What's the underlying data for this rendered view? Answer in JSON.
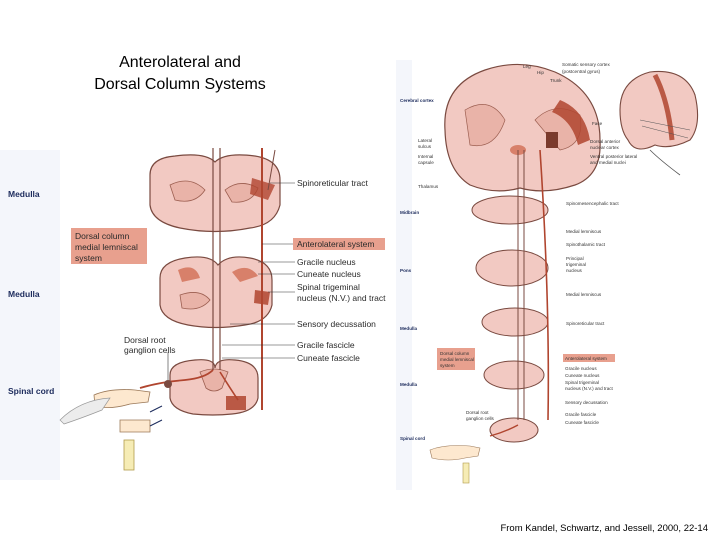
{
  "title_line1": "Anterolateral and",
  "title_line2": "Dorsal Column Systems",
  "caption": "From Kandel, Schwartz, and Jessell, 2000, 22-14",
  "left_panel": {
    "sections": [
      "Medulla",
      "Medulla",
      "Spinal cord"
    ],
    "boxed_dorsal_line1": "Dorsal column",
    "boxed_dorsal_line2": "medial lemniscal",
    "boxed_dorsal_line3": "system",
    "labels": {
      "spinoreticular": "Spinoreticular tract",
      "anterolateral": "Anterolateral system",
      "gracile_nucleus": "Gracile nucleus",
      "cuneate_nucleus": "Cuneate nucleus",
      "trigeminal_1": "Spinal trigeminal",
      "trigeminal_2": "nucleus (N.V.) and tract",
      "decussation": "Sensory decussation",
      "gracile_fascicle": "Gracile fascicle",
      "cuneate_fascicle": "Cuneate fascicle",
      "drg_1": "Dorsal root",
      "drg_2": "ganglion cells"
    }
  },
  "right_panel": {
    "sections": [
      "Cerebral cortex",
      "Midbrain",
      "Pons",
      "Medulla",
      "Medulla",
      "Spinal cord"
    ],
    "labels": {
      "somatic_cortex_1": "Somatic sensory cortex",
      "somatic_cortex_2": "(postcentral gyrus)",
      "leg": "Leg",
      "hip": "Hip",
      "trunk": "Trunk",
      "face": "Face",
      "lateral_sulcus_1": "Lateral",
      "lateral_sulcus_2": "sulcus",
      "internal_capsule_1": "Internal",
      "internal_capsule_2": "capsule",
      "thalamus": "Thalamus",
      "dorsomedial_1": "Dorsal anterior",
      "dorsomedial_2": "nuclear cortex",
      "vpl_1": "Ventral posterior lateral",
      "vpl_2": "and medial nuclei",
      "spinomes": "Spinomesencephalic tract",
      "medial_lemniscus": "Medial lemniscus",
      "spinothalamic": "Spinothalamic tract",
      "principal_trig_1": "Principal",
      "principal_trig_2": "trigeminal",
      "principal_trig_3": "nucleus",
      "medial_lemniscus_2": "Medial lemniscus",
      "spinoreticular": "Spinoreticular tract",
      "dorsal_col_1": "Dorsal column",
      "dorsal_col_2": "medial lemniscal",
      "dorsal_col_3": "system",
      "anterolateral": "Anterolateral system",
      "gracile_nucleus": "Gracile nucleus",
      "cuneate_nucleus": "Cuneate nucleus",
      "trig_1": "Spinal trigeminal",
      "trig_2": "nucleus (N.V.) and tract",
      "decussation": "Sensory decussation",
      "gracile_fascicle": "Gracile fascicle",
      "cuneate_fascicle": "Cuneate fascicle",
      "drg_1": "Dorsal root",
      "drg_2": "ganglion cells"
    }
  },
  "colors": {
    "tissue": "#f2c9c2",
    "tissue_dark": "#e2a397",
    "tract": "#b0452f",
    "highlight": "#d8806a",
    "label_box": "#e8a08e",
    "label_text": "#1c2b5c"
  }
}
